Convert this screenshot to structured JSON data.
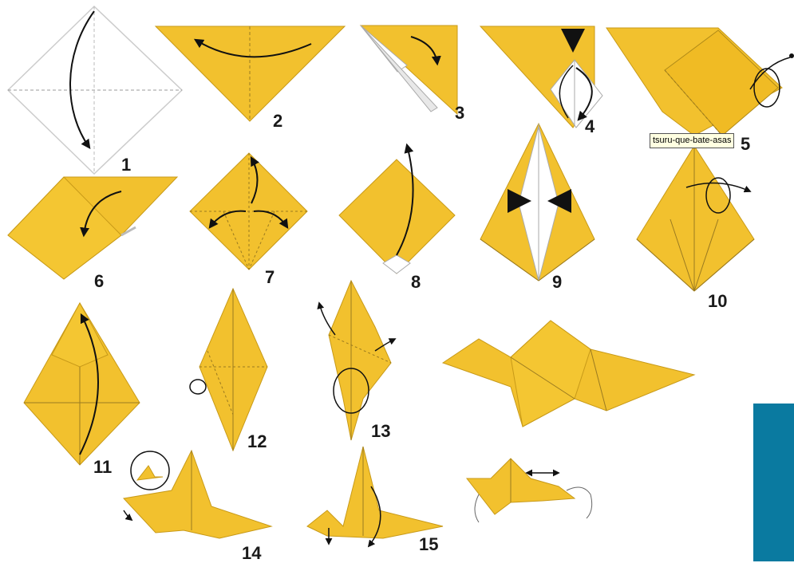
{
  "tooltip": {
    "text": "tsuru-que-bate-asas"
  },
  "steps": {
    "s1": "1",
    "s2": "2",
    "s3": "3",
    "s4": "4",
    "s5": "5",
    "s6": "6",
    "s7": "7",
    "s8": "8",
    "s9": "9",
    "s10": "10",
    "s11": "11",
    "s12": "12",
    "s13": "13",
    "s14": "14",
    "s15": "15"
  },
  "colors": {
    "paper": "#f2c12e",
    "paper_edge": "#c89a18",
    "crease": "#9a7a20",
    "arrow": "#111111",
    "accent_panel": "#0a7aa0"
  }
}
